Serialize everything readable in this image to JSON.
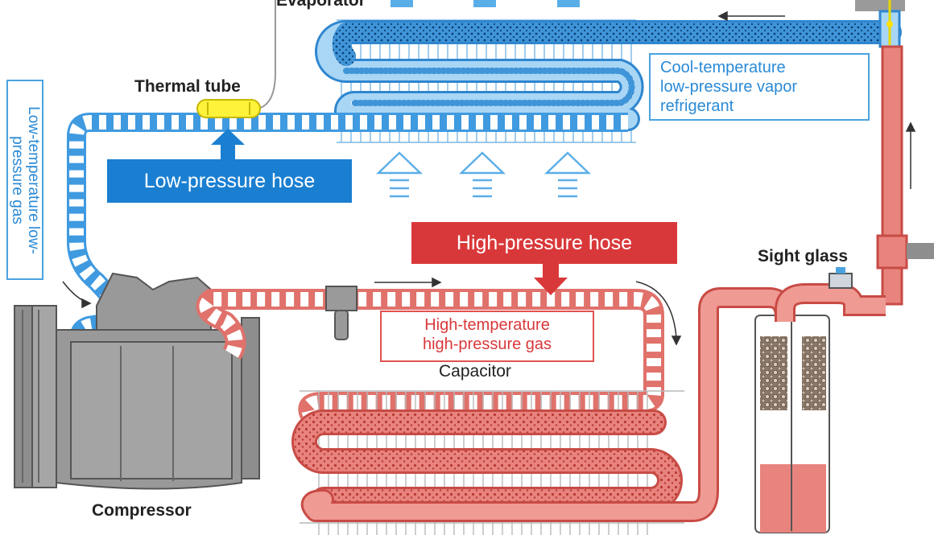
{
  "labels": {
    "evaporator": "Evaporator",
    "thermal_tube": "Thermal tube",
    "low_temp_gas": "Low-temperature low-pressure gas",
    "low_pressure_hose": "Low-pressure hose",
    "cool_temp_vapor": [
      "Cool-temperature",
      "low-pressure vapor",
      "refrigerant"
    ],
    "high_pressure_hose": "High-pressure hose",
    "high_temp_gas": [
      "High-temperature",
      "high-pressure gas"
    ],
    "capacitor": "Capacitor",
    "sight_glass": "Sight glass",
    "compressor": "Compressor"
  },
  "colors": {
    "low_side_blue": "#4aa3e0",
    "low_side_dark": "#1a7fd1",
    "high_side_red": "#d9383a",
    "high_side_pink": "#e8837d",
    "compressor_gray": "#8e8e8e"
  }
}
